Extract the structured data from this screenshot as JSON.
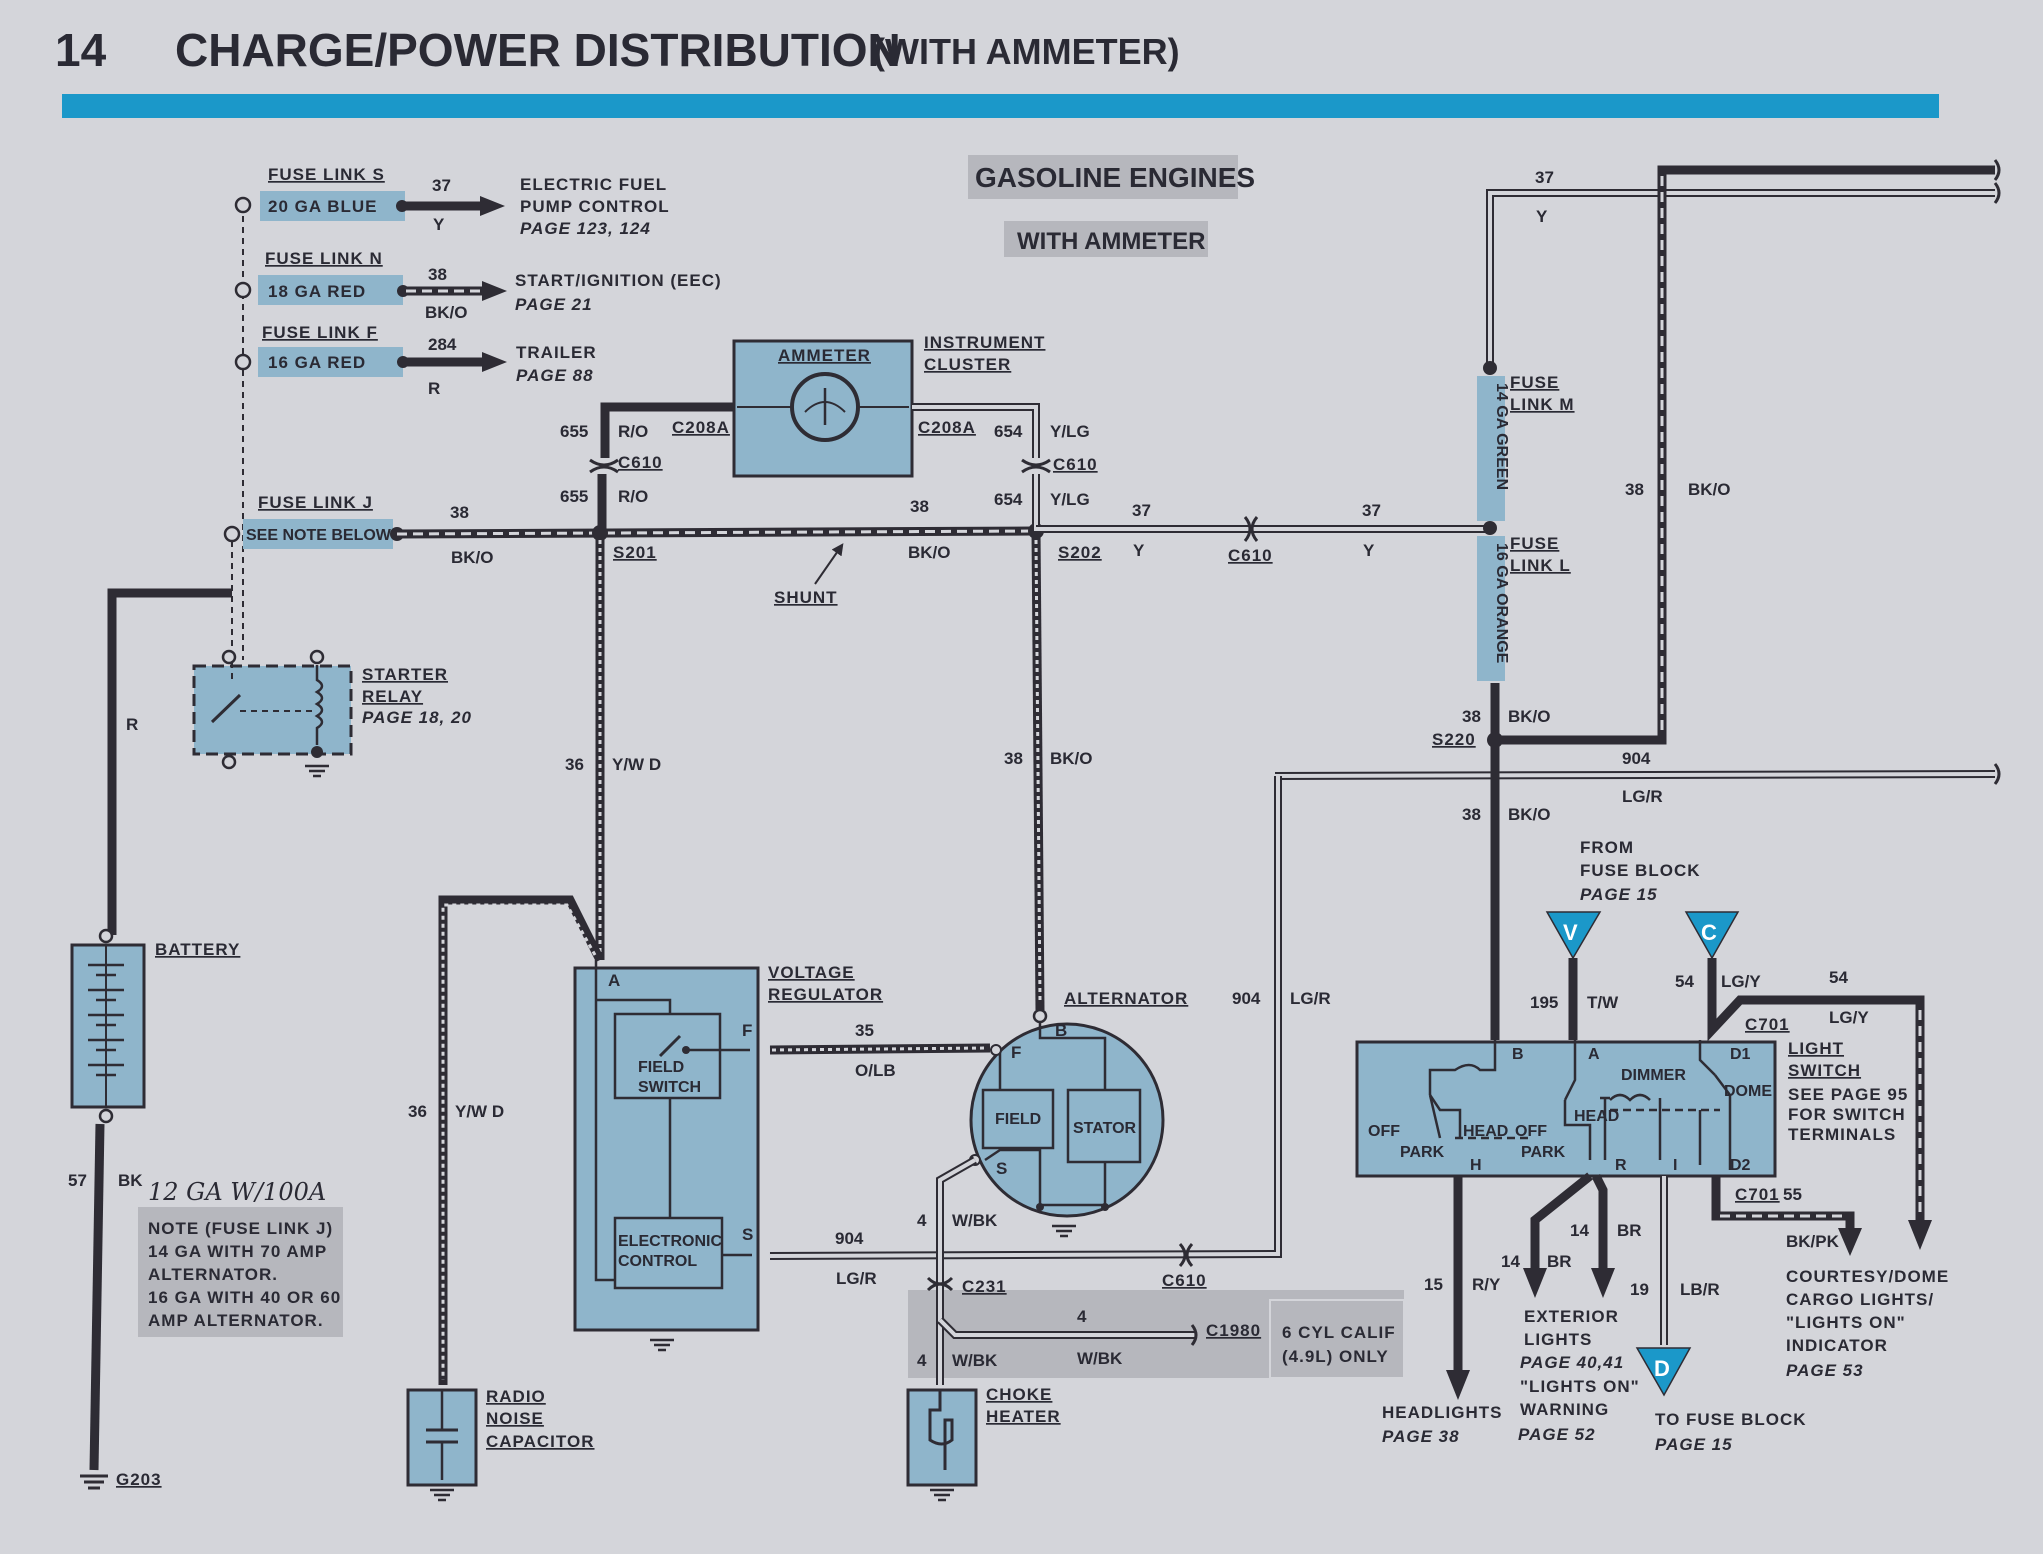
{
  "header": {
    "page_number": "14",
    "title": "CHARGE/POWER DISTRIBUTION",
    "subtitle": "(WITH AMMETER)",
    "bar_color": "#1b98c9"
  },
  "section": {
    "engine_label": "GASOLINE ENGINES",
    "ammeter_label": "WITH AMMETER"
  },
  "fuse_links": {
    "s": {
      "name": "FUSE LINK S",
      "gauge": "20 GA BLUE",
      "circuit": "37",
      "color": "Y",
      "dest": "ELECTRIC FUEL",
      "dest2": "PUMP CONTROL",
      "page": "PAGE 123, 124"
    },
    "n": {
      "name": "FUSE LINK N",
      "gauge": "18 GA RED",
      "circuit": "38",
      "color": "BK/O",
      "dest": "START/IGNITION (EEC)",
      "page": "PAGE 21"
    },
    "f": {
      "name": "FUSE LINK F",
      "gauge": "16 GA RED",
      "circuit": "284",
      "color": "R",
      "dest": "TRAILER",
      "page": "PAGE 88"
    },
    "j": {
      "name": "FUSE LINK J",
      "gauge": "SEE NOTE BELOW"
    },
    "m": {
      "name1": "FUSE",
      "name2": "LINK M",
      "gauge": "14 GA GREEN"
    },
    "l": {
      "name1": "FUSE",
      "name2": "LINK L",
      "gauge": "16 GA ORANGE"
    }
  },
  "components": {
    "ammeter": "AMMETER",
    "instrument_cluster_1": "INSTRUMENT",
    "instrument_cluster_2": "CLUSTER",
    "starter_relay_1": "STARTER",
    "starter_relay_2": "RELAY",
    "starter_relay_page": "PAGE 18, 20",
    "battery": "BATTERY",
    "voltage_regulator_1": "VOLTAGE",
    "voltage_regulator_2": "REGULATOR",
    "field_switch_1": "FIELD",
    "field_switch_2": "SWITCH",
    "electronic_control_1": "ELECTRONIC",
    "electronic_control_2": "CONTROL",
    "alternator": "ALTERNATOR",
    "field": "FIELD",
    "stator": "STATOR",
    "radio_cap_1": "RADIO",
    "radio_cap_2": "NOISE",
    "radio_cap_3": "CAPACITOR",
    "choke_1": "CHOKE",
    "choke_2": "HEATER",
    "calif_1": "6 CYL CALIF",
    "calif_2": "(4.9L) ONLY",
    "light_switch_1": "LIGHT",
    "light_switch_2": "SWITCH",
    "light_switch_see": "SEE PAGE 95",
    "light_switch_for": "FOR SWITCH",
    "light_switch_term": "TERMINALS",
    "shunt": "SHUNT"
  },
  "switch_terms": {
    "off1": "OFF",
    "park1": "PARK",
    "head1": "HEAD",
    "off2": "OFF",
    "park2": "PARK",
    "head2": "HEAD",
    "dimmer": "DIMMER",
    "dome": "DOME",
    "b": "B",
    "a": "A",
    "d1": "D1",
    "d2": "D2",
    "h": "H",
    "r": "R",
    "i": "I"
  },
  "connectors": {
    "c208a_l": "C208A",
    "c208a_r": "C208A",
    "c610_a": "C610",
    "c610_b": "C610",
    "c610_c": "C610",
    "c610_d": "C610",
    "s201": "S201",
    "s202": "S202",
    "s220": "S220",
    "c231": "C231",
    "c1980": "C1980",
    "c701_a": "C701",
    "c701_b": "C701",
    "g203": "G203"
  },
  "wires": {
    "w655a": "655",
    "ro_a": "R/O",
    "w655b": "655",
    "ro_b": "R/O",
    "w654a": "654",
    "ylg_a": "Y/LG",
    "w654b": "654",
    "ylg_b": "Y/LG",
    "w38_j": "38",
    "bko_j": "BK/O",
    "w38_shunt": "38",
    "bko_shunt": "BK/O",
    "w37_a": "37",
    "y_a": "Y",
    "w37_b": "37",
    "y_b": "Y",
    "w37_top": "37",
    "y_top": "Y",
    "w38_right": "38",
    "bko_right": "BK/O",
    "w38_s220": "38",
    "bko_s220": "BK/O",
    "w38_below": "38",
    "bko_below": "BK/O",
    "w904_top": "904",
    "lgr_top": "LG/R",
    "w36_a": "36",
    "ywd_a": "Y/W D",
    "w36_b": "36",
    "ywd_b": "Y/W D",
    "w38_alt": "38",
    "bko_alt": "BK/O",
    "w35": "35",
    "olb": "O/LB",
    "w904_b": "904",
    "lgr_b": "LG/R",
    "w904_c": "904",
    "lgr_c": "LG/R",
    "w4_a": "4",
    "wbk_a": "W/BK",
    "w4_b": "4",
    "wbk_b": "W/BK",
    "w4_c": "4",
    "wbk_c": "W/BK",
    "w57": "57",
    "bk57": "BK",
    "r_batt": "R",
    "w195": "195",
    "tw": "T/W",
    "w54_a": "54",
    "lgy_a": "LG/Y",
    "w54_b": "54",
    "lgy_b": "LG/Y",
    "w55": "55",
    "bkpk": "BK/PK",
    "w15": "15",
    "ry": "R/Y",
    "w14_a": "14",
    "br_a": "BR",
    "w14_b": "14",
    "br_b": "BR",
    "w19": "19",
    "lbr": "LB/R"
  },
  "destinations": {
    "from_fuse_1": "FROM",
    "from_fuse_2": "FUSE BLOCK",
    "from_fuse_page": "PAGE 15",
    "v": "V",
    "c": "C",
    "d": "D",
    "headlights": "HEADLIGHTS",
    "headlights_page": "PAGE 38",
    "exterior_1": "EXTERIOR",
    "exterior_2": "LIGHTS",
    "exterior_page": "PAGE 40,41",
    "lights_on_1": "\"LIGHTS ON\"",
    "lights_on_2": "WARNING",
    "lights_on_page": "PAGE 52",
    "to_fuse_1": "TO FUSE BLOCK",
    "to_fuse_page": "PAGE 15",
    "courtesy_1": "COURTESY/DOME",
    "courtesy_2": "CARGO LIGHTS/",
    "courtesy_3": "\"LIGHTS ON\"",
    "courtesy_4": "INDICATOR",
    "courtesy_page": "PAGE 53"
  },
  "note": {
    "handwritten": "12 GA W/100A",
    "line1": "NOTE (FUSE LINK J)",
    "line2": "14 GA WITH 70 AMP",
    "line3": "ALTERNATOR.",
    "line4": "16 GA WITH 40 OR 60",
    "line5": "AMP ALTERNATOR."
  }
}
